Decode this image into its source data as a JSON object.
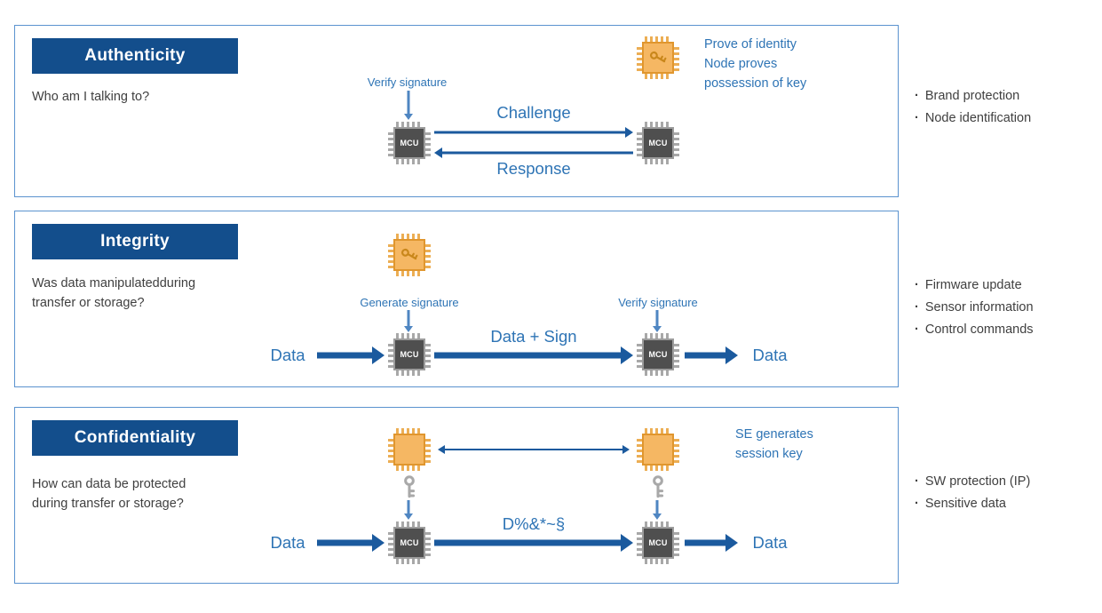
{
  "colors": {
    "header_bg": "#134e8c",
    "panel_border": "#5b93cf",
    "blue_text": "#2e74b5",
    "arrow": "#1b5a9e",
    "body_text": "#3f3f3f",
    "chip_orange": "#f5b763",
    "chip_gray": "#4f4f4f"
  },
  "labels": {
    "mcu": "MCU"
  },
  "panels": [
    {
      "title": "Authenticity",
      "question": "Who am I talking to?",
      "annotations": {
        "verify_signature": "Verify signature",
        "prove": "Prove of identity\nNode proves\npossession of key",
        "challenge": "Challenge",
        "response": "Response"
      },
      "bullets": [
        "Brand protection",
        "Node identification"
      ]
    },
    {
      "title": "Integrity",
      "question": "Was data manipulatedduring\ntransfer or storage?",
      "annotations": {
        "generate_signature": "Generate signature",
        "verify_signature": "Verify signature",
        "data_in": "Data",
        "data_sign": "Data + Sign",
        "data_out": "Data"
      },
      "bullets": [
        "Firmware update",
        "Sensor information",
        "Control commands"
      ]
    },
    {
      "title": "Confidentiality",
      "question": "How can data be protected\nduring transfer or storage?",
      "annotations": {
        "se_generates": "SE generates\nsession key",
        "data_in": "Data",
        "encrypted": "D%&*~§",
        "data_out": "Data"
      },
      "bullets": [
        "SW protection (IP)",
        "Sensitive data"
      ]
    }
  ]
}
